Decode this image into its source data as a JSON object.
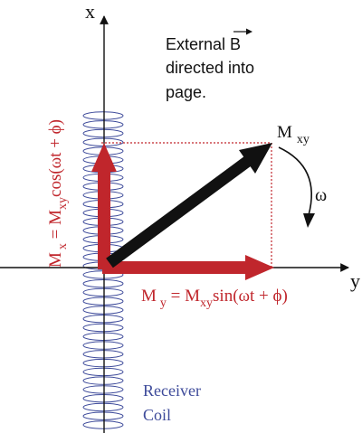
{
  "axes": {
    "x_label": "x",
    "y_label": "y"
  },
  "field_note": {
    "line1": "External B",
    "line2": "directed into",
    "line3": "page."
  },
  "labels": {
    "mxy": {
      "main": "M",
      "sub": "xy"
    },
    "omega": "ω",
    "mx": {
      "main": "M",
      "sub": "x",
      "eq": " = M",
      "sub2": "xy",
      "rest": "cos(ωt + ϕ)"
    },
    "my": {
      "main": "M",
      "sub": "y",
      "eq": " = M",
      "sub2": "xy",
      "rest": "sin(ωt + ϕ)"
    }
  },
  "coil": {
    "label_line1": "Receiver",
    "label_line2": "Coil",
    "loops": 36
  },
  "colors": {
    "axis": "#111111",
    "red": "#c0262c",
    "black_arrow": "#111111",
    "coil": "#3d4a9a",
    "coil_text": "#3d4a9a"
  }
}
